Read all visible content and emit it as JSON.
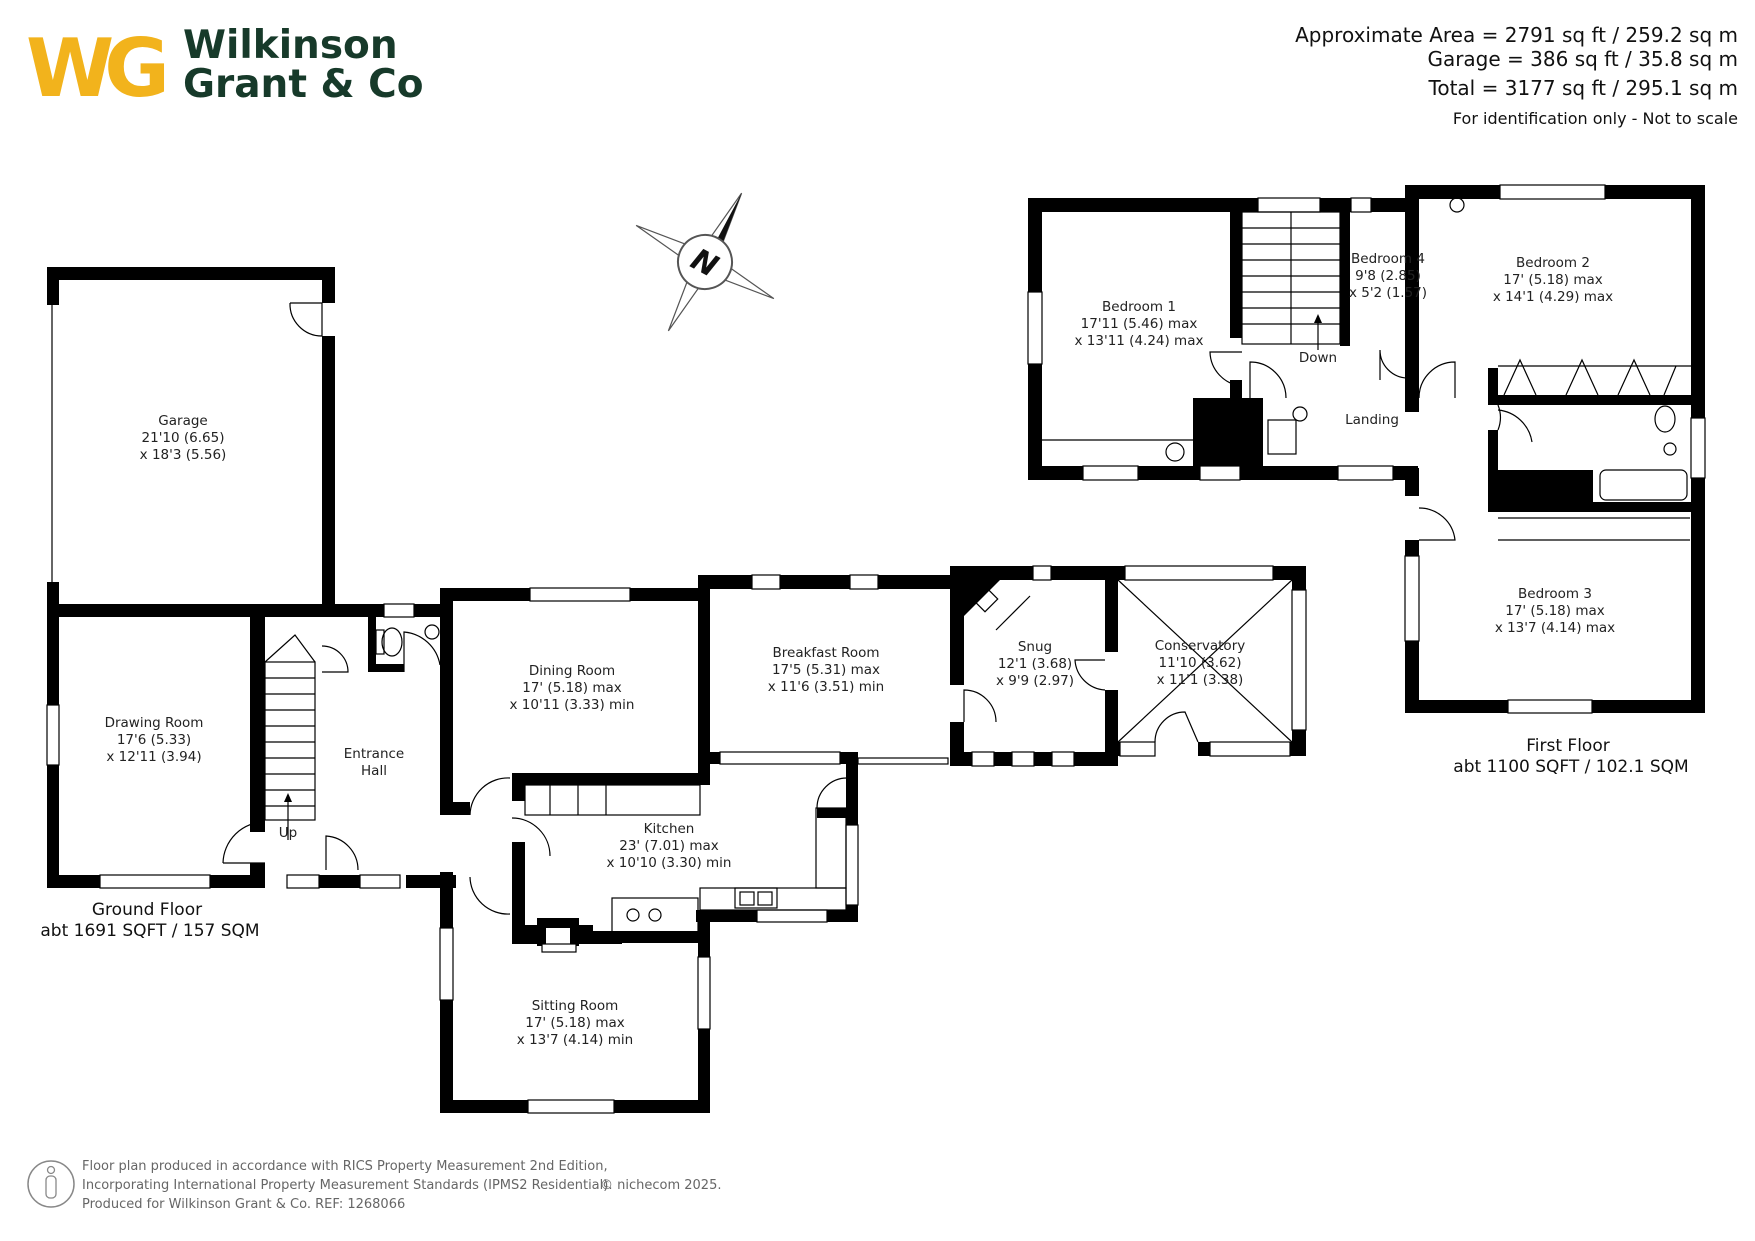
{
  "brand": {
    "logo_mark": "WG",
    "name_line1": "Wilkinson",
    "name_line2": "Grant & Co",
    "colors": {
      "gold": "#f2b31c",
      "green": "#173a2a"
    }
  },
  "areas": {
    "approximate": "Approximate Area = 2791 sq ft / 259.2 sq m",
    "garage": "Garage = 386 sq ft / 35.8 sq m",
    "total": "Total = 3177 sq ft / 295.1 sq m",
    "disclaimer": "For identification only - Not to scale"
  },
  "compass": {
    "label": "N",
    "icon": "compass-rose-icon"
  },
  "rooms": {
    "garage": {
      "name": "Garage",
      "dim1": "21'10 (6.65)",
      "dim2": "x 18'3 (5.56)"
    },
    "drawing": {
      "name": "Drawing Room",
      "dim1": "17'6 (5.33)",
      "dim2": "x 12'11 (3.94)"
    },
    "entrance": {
      "name": "Entrance",
      "name2": "Hall"
    },
    "dining": {
      "name": "Dining Room",
      "dim1": "17' (5.18) max",
      "dim2": "x 10'11 (3.33) min"
    },
    "breakfast": {
      "name": "Breakfast Room",
      "dim1": "17'5 (5.31) max",
      "dim2": "x 11'6 (3.51) min"
    },
    "snug": {
      "name": "Snug",
      "dim1": "12'1 (3.68)",
      "dim2": "x 9'9 (2.97)"
    },
    "conservatory": {
      "name": "Conservatory",
      "dim1": "11'10 (3.62)",
      "dim2": "x 11'1 (3.38)"
    },
    "kitchen": {
      "name": "Kitchen",
      "dim1": "23' (7.01) max",
      "dim2": "x 10'10 (3.30) min"
    },
    "sitting": {
      "name": "Sitting Room",
      "dim1": "17' (5.18) max",
      "dim2": "x 13'7 (4.14) min"
    },
    "bedroom1": {
      "name": "Bedroom 1",
      "dim1": "17'11 (5.46) max",
      "dim2": "x 13'11 (4.24) max"
    },
    "bedroom4": {
      "name": "Bedroom 4",
      "dim1": "9'8 (2.85)",
      "dim2": "x 5'2 (1.57)"
    },
    "bedroom2": {
      "name": "Bedroom 2",
      "dim1": "17' (5.18) max",
      "dim2": "x 14'1 (4.29) max"
    },
    "bedroom3": {
      "name": "Bedroom 3",
      "dim1": "17' (5.18) max",
      "dim2": "x 13'7 (4.14) max"
    },
    "landing": {
      "name": "Landing"
    }
  },
  "stairs": {
    "up": "Up",
    "down": "Down"
  },
  "floors": {
    "ground": {
      "name": "Ground Floor",
      "area": "abt 1691 SQFT / 157 SQM"
    },
    "first": {
      "name": "First Floor",
      "area": "abt 1100 SQFT / 102.1 SQM"
    }
  },
  "footer": {
    "line1": "Floor plan produced in accordance with RICS Property Measurement 2nd Edition,",
    "line2": "Incorporating International Property Measurement Standards (IPMS2 Residential).",
    "credit": "© nichecom   2025.",
    "line3": "Produced for Wilkinson Grant & Co.   REF:  1268066",
    "icon": "person-icon"
  }
}
